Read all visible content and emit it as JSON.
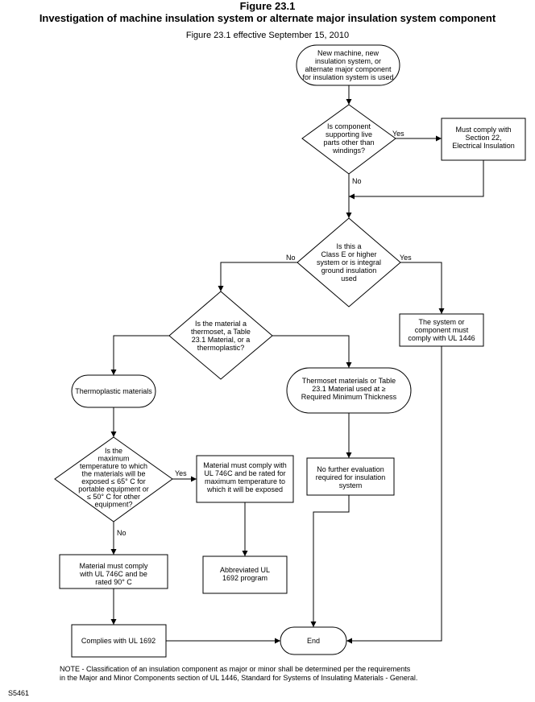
{
  "figure": {
    "title": "Figure 23.1",
    "subtitle": "Investigation of machine insulation system or alternate major insulation system component",
    "effective": "Figure 23.1 effective September 15, 2010"
  },
  "nodes": {
    "start": [
      "New machine, new",
      "insulation system, or",
      "alternate major  component",
      "for insulation system is used"
    ],
    "d_live": [
      "Is component",
      "supporting live",
      "parts  other than",
      "windings?"
    ],
    "sec22": [
      "Must comply with",
      "Section 22,",
      "Electrical Insulation"
    ],
    "d_class": [
      "Is this a",
      "Class E or higher",
      "system or is integral",
      "ground insulation",
      "used"
    ],
    "ul1446": [
      "The system or",
      "component must",
      "comply with UL 1446"
    ],
    "d_material": [
      "Is the material a",
      "thermoset, a Table",
      "23.1  Material, or a",
      "thermoplastic?"
    ],
    "thermoplastic": [
      "Thermoplastic materials"
    ],
    "thermoset": [
      "Thermoset materials or Table",
      "23.1  Material used at ≥",
      "Required Minimum Thickness"
    ],
    "d_temp": [
      "Is the",
      "maximum",
      "temperature to which",
      "the materials will be",
      "exposed ≤ 65° C for",
      "portable equipment or",
      "≤  50° C for other",
      "equipment?"
    ],
    "ul746c_rated": [
      "Material must comply  with",
      "UL 746C and be rated for",
      "maximum  temperature to",
      "which it  will be exposed"
    ],
    "no_further": [
      "No further evaluation",
      "required for insulation",
      "system"
    ],
    "ul746c_90": [
      "Material must comply",
      "with UL 746C and be",
      "rated 90° C"
    ],
    "abbreviated": [
      "Abbreviated UL",
      "1692 program"
    ],
    "complies": [
      "Complies with UL 1692"
    ],
    "end": [
      "End"
    ]
  },
  "labels": {
    "live_yes": "Yes",
    "live_no": "No",
    "class_no": "No",
    "class_yes": "Yes",
    "temp_yes": "Yes",
    "temp_no": "No"
  },
  "note": {
    "line1": "NOTE - Classification of an insulation component as major or minor shall be determined per the requirements",
    "line2": "in the Major and Minor Components section of UL 1446, Standard for Systems of Insulating Materials - General."
  },
  "code": "S5461"
}
